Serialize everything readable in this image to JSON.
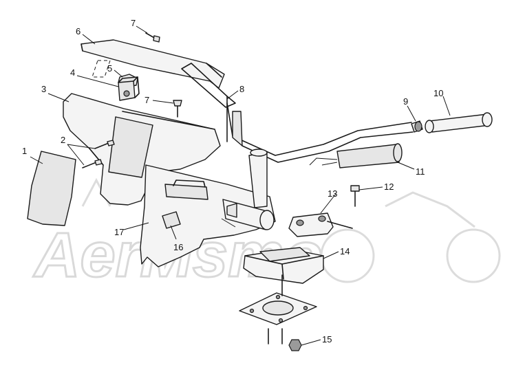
{
  "watermark": "AerMsmo",
  "callouts": [
    {
      "id": "1",
      "label": "1"
    },
    {
      "id": "2",
      "label": "2"
    },
    {
      "id": "3",
      "label": "3"
    },
    {
      "id": "4",
      "label": "4"
    },
    {
      "id": "5",
      "label": "5"
    },
    {
      "id": "6",
      "label": "6"
    },
    {
      "id": "7a",
      "label": "7"
    },
    {
      "id": "7b",
      "label": "7"
    },
    {
      "id": "8",
      "label": "8"
    },
    {
      "id": "9",
      "label": "9"
    },
    {
      "id": "10",
      "label": "10"
    },
    {
      "id": "11",
      "label": "11"
    },
    {
      "id": "12",
      "label": "12"
    },
    {
      "id": "13",
      "label": "13"
    },
    {
      "id": "14",
      "label": "14"
    },
    {
      "id": "15",
      "label": "15"
    },
    {
      "id": "16",
      "label": "16"
    },
    {
      "id": "17",
      "label": "17"
    }
  ]
}
